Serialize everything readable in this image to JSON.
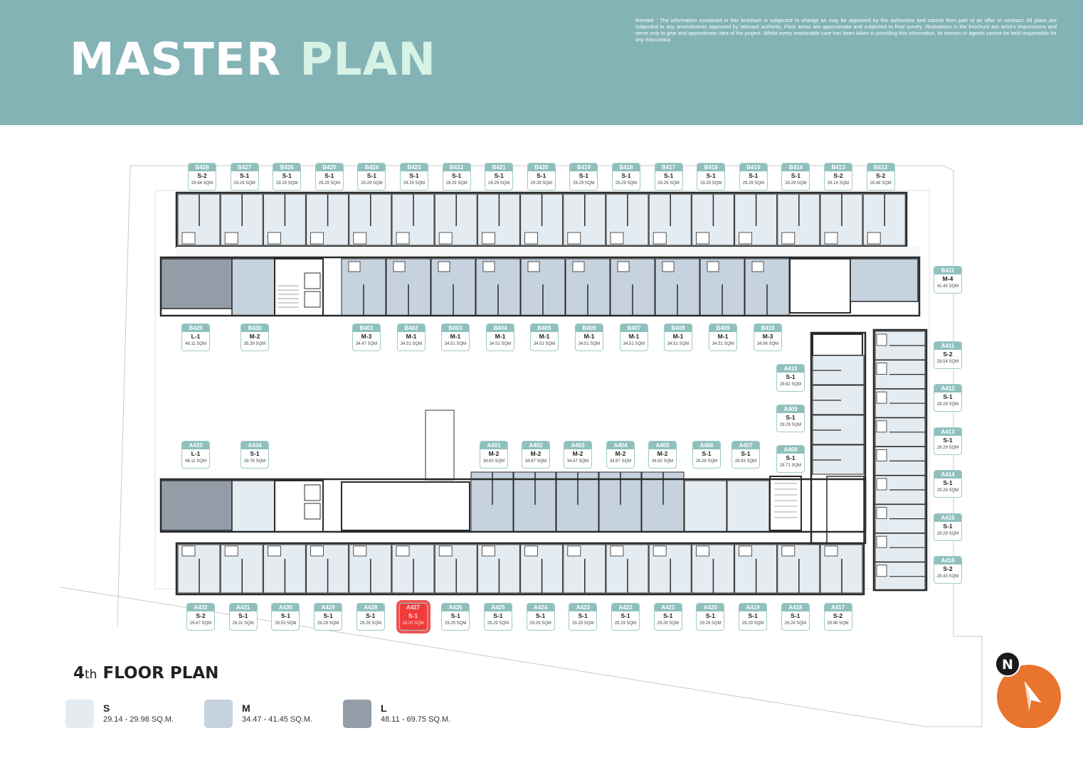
{
  "header": {
    "title_word1": "MASTER",
    "title_word2": "PLAN",
    "remark": "Remark : The information contained in this brochure is subjected to change as may be approved by the authorities and cannot form part of an offer or contract. All plans are subjected to any amendments approved by relevant authority. Floor areas are approximate and subjected to final survey. Illustrations in the brochure are artist's impressions and serve only to give and approximate idea of the project. Whilst every reasonable care has been taken in providing this information, its owners or agents cannot be held responsible for any inaccuracy."
  },
  "floor_plan": {
    "number": "4",
    "ordinal": "th",
    "label": "FLOOR PLAN"
  },
  "legend": [
    {
      "name": "S",
      "range": "29.14 - 29.98 SQ.M.",
      "color": "#e4ecf2"
    },
    {
      "name": "M",
      "range": "34.47 - 41.45 SQ.M.",
      "color": "#c6d2de"
    },
    {
      "name": "L",
      "range": "48.11 - 69.75 SQ.M.",
      "color": "#949da7"
    }
  ],
  "compass": {
    "letter": "N",
    "color": "#e8742e"
  },
  "units": {
    "b_top": [
      {
        "id": "B428",
        "type": "S-2",
        "area": "29.44 SQM"
      },
      {
        "id": "B427",
        "type": "S-1",
        "area": "29.29 SQM"
      },
      {
        "id": "B426",
        "type": "S-1",
        "area": "29.29 SQM"
      },
      {
        "id": "B425",
        "type": "S-1",
        "area": "29.29 SQM"
      },
      {
        "id": "B424",
        "type": "S-1",
        "area": "29.29 SQM"
      },
      {
        "id": "B423",
        "type": "S-1",
        "area": "29.29 SQM"
      },
      {
        "id": "B422",
        "type": "S-1",
        "area": "29.29 SQM"
      },
      {
        "id": "B421",
        "type": "S-1",
        "area": "29.29 SQM"
      },
      {
        "id": "B420",
        "type": "S-1",
        "area": "29.29 SQM"
      },
      {
        "id": "B419",
        "type": "S-1",
        "area": "29.29 SQM"
      },
      {
        "id": "B418",
        "type": "S-1",
        "area": "29.29 SQM"
      },
      {
        "id": "B417",
        "type": "S-1",
        "area": "29.29 SQM"
      },
      {
        "id": "B416",
        "type": "S-1",
        "area": "29.29 SQM"
      },
      {
        "id": "B415",
        "type": "S-1",
        "area": "29.29 SQM"
      },
      {
        "id": "B414",
        "type": "S-1",
        "area": "29.29 SQM"
      },
      {
        "id": "B413",
        "type": "S-2",
        "area": "29.14 SQM"
      },
      {
        "id": "B412",
        "type": "S-2",
        "area": "29.48 SQM"
      }
    ],
    "b_bottom": [
      {
        "id": "B429",
        "type": "L-1",
        "area": "48.11 SQM"
      },
      {
        "id": "B430",
        "type": "M-2",
        "area": "35.39 SQM"
      },
      {
        "id": "B401",
        "type": "M-3",
        "area": "34.47 SQM"
      },
      {
        "id": "B402",
        "type": "M-1",
        "area": "34.51 SQM"
      },
      {
        "id": "B403",
        "type": "M-1",
        "area": "34.51 SQM"
      },
      {
        "id": "B404",
        "type": "M-1",
        "area": "34.51 SQM"
      },
      {
        "id": "B405",
        "type": "M-1",
        "area": "34.51 SQM"
      },
      {
        "id": "B406",
        "type": "M-1",
        "area": "34.51 SQM"
      },
      {
        "id": "B407",
        "type": "M-1",
        "area": "34.51 SQM"
      },
      {
        "id": "B408",
        "type": "M-1",
        "area": "34.51 SQM"
      },
      {
        "id": "B409",
        "type": "M-1",
        "area": "34.51 SQM"
      },
      {
        "id": "B410",
        "type": "M-3",
        "area": "34.96 SQM"
      }
    ],
    "b_right": [
      {
        "id": "B411",
        "type": "M-4",
        "area": "41.45 SQM"
      }
    ],
    "a_top": [
      {
        "id": "A433",
        "type": "L-1",
        "area": "48.11 SQM"
      },
      {
        "id": "A434",
        "type": "S-1",
        "area": "29.76 SQM"
      },
      {
        "id": "A401",
        "type": "M-2",
        "area": "34.60 SQM"
      },
      {
        "id": "A402",
        "type": "M-2",
        "area": "34.87 SQM"
      },
      {
        "id": "A403",
        "type": "M-2",
        "area": "34.87 SQM"
      },
      {
        "id": "A404",
        "type": "M-2",
        "area": "34.87 SQM"
      },
      {
        "id": "A405",
        "type": "M-2",
        "area": "34.92 SQM"
      },
      {
        "id": "A406",
        "type": "S-1",
        "area": "29.29 SQM"
      },
      {
        "id": "A407",
        "type": "S-1",
        "area": "29.93 SQM"
      }
    ],
    "a_inner": [
      {
        "id": "A410",
        "type": "S-1",
        "area": "29.82 SQM"
      },
      {
        "id": "A409",
        "type": "S-1",
        "area": "29.29 SQM"
      },
      {
        "id": "A408",
        "type": "S-1",
        "area": "29.71 SQM"
      }
    ],
    "a_right": [
      {
        "id": "A411",
        "type": "S-2",
        "area": "29.54 SQM"
      },
      {
        "id": "A412",
        "type": "S-1",
        "area": "29.29 SQM"
      },
      {
        "id": "A413",
        "type": "S-1",
        "area": "29.29 SQM"
      },
      {
        "id": "A414",
        "type": "S-1",
        "area": "29.29 SQM"
      },
      {
        "id": "A415",
        "type": "S-1",
        "area": "29.29 SQM"
      },
      {
        "id": "A416",
        "type": "S-2",
        "area": "29.43 SQM"
      }
    ],
    "a_bottom": [
      {
        "id": "A432",
        "type": "S-2",
        "area": "29.67 SQM"
      },
      {
        "id": "A431",
        "type": "S-1",
        "area": "29.31 SQM"
      },
      {
        "id": "A430",
        "type": "S-1",
        "area": "29.53 SQM"
      },
      {
        "id": "A429",
        "type": "S-1",
        "area": "29.29 SQM"
      },
      {
        "id": "A428",
        "type": "S-1",
        "area": "29.29 SQM"
      },
      {
        "id": "A427",
        "type": "S-1",
        "area": "29.29 SQM",
        "highlighted": true
      },
      {
        "id": "A426",
        "type": "S-1",
        "area": "29.29 SQM"
      },
      {
        "id": "A425",
        "type": "S-1",
        "area": "29.29 SQM"
      },
      {
        "id": "A424",
        "type": "S-1",
        "area": "29.29 SQM"
      },
      {
        "id": "A423",
        "type": "S-1",
        "area": "29.29 SQM"
      },
      {
        "id": "A422",
        "type": "S-1",
        "area": "29.29 SQM"
      },
      {
        "id": "A421",
        "type": "S-1",
        "area": "29.29 SQM"
      },
      {
        "id": "A420",
        "type": "S-1",
        "area": "29.29 SQM"
      },
      {
        "id": "A419",
        "type": "S-1",
        "area": "29.29 SQM"
      },
      {
        "id": "A418",
        "type": "S-1",
        "area": "29.29 SQM"
      },
      {
        "id": "A417",
        "type": "S-2",
        "area": "29.98 SQM"
      }
    ]
  }
}
